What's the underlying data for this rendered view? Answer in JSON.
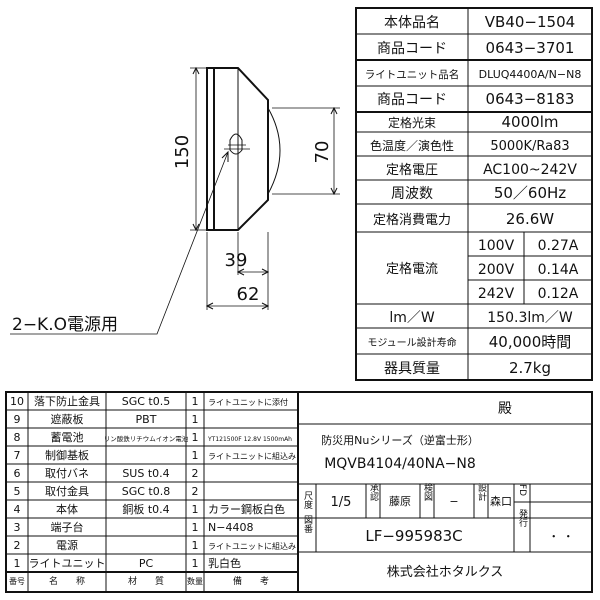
{
  "dimensions": {
    "height_total": "150",
    "height_body": "70",
    "width_front": "39",
    "width_total": "62",
    "hole_note": "2−K.O電源用"
  },
  "spec": {
    "rows": [
      {
        "label": "本体品名",
        "value": "VB40−1504"
      },
      {
        "label": "商品コード",
        "value": "0643−3701"
      },
      {
        "label": "ライトユニット品名",
        "value": "DLUQ4400A/N−N8"
      },
      {
        "label": "商品コード",
        "value": "0643−8183"
      },
      {
        "label": "定格光束",
        "value": "4000lm"
      },
      {
        "label": "色温度／演色性",
        "value": "5000K/Ra83"
      },
      {
        "label": "定格電圧",
        "value": "AC100~242V"
      },
      {
        "label": "周波数",
        "value": "50／60Hz"
      },
      {
        "label": "定格消費電力",
        "value": "26.6W"
      }
    ],
    "current_label": "定格電流",
    "currents": [
      {
        "voltage": "100V",
        "amp": "0.27A"
      },
      {
        "voltage": "200V",
        "amp": "0.14A"
      },
      {
        "voltage": "242V",
        "amp": "0.12A"
      }
    ],
    "tail": [
      {
        "label": "lm／W",
        "value": "150.3lm／W"
      },
      {
        "label": "モジュール設計寿命",
        "value": "40,000時間"
      },
      {
        "label": "器具質量",
        "value": "2.7kg"
      }
    ]
  },
  "parts": {
    "rows": [
      {
        "no": "10",
        "name": "落下防止金具",
        "material": "SGC  t0.5",
        "qty": "1",
        "remark": "ライトユニットに添付"
      },
      {
        "no": "9",
        "name": "遮蔽板",
        "material": "PBT",
        "qty": "1",
        "remark": ""
      },
      {
        "no": "8",
        "name": "蓄電池",
        "material": "リン酸鉄リチウムイオン電池",
        "qty": "1",
        "remark": "YT121500F 12.8V 1500mAh"
      },
      {
        "no": "7",
        "name": "制御基板",
        "material": "",
        "qty": "1",
        "remark": "ライトユニットに組込み"
      },
      {
        "no": "6",
        "name": "取付バネ",
        "material": "SUS  t0.4",
        "qty": "2",
        "remark": ""
      },
      {
        "no": "5",
        "name": "取付金具",
        "material": "SGC  t0.8",
        "qty": "2",
        "remark": ""
      },
      {
        "no": "4",
        "name": "本体",
        "material": "銅板  t0.4",
        "qty": "1",
        "remark": "カラー鋼板白色"
      },
      {
        "no": "3",
        "name": "端子台",
        "material": "",
        "qty": "1",
        "remark": "N−4408"
      },
      {
        "no": "2",
        "name": "電源",
        "material": "",
        "qty": "1",
        "remark": "ライトユニットに組込み"
      },
      {
        "no": "1",
        "name": "ライトユニット",
        "material": "PC",
        "qty": "1",
        "remark": "乳白色"
      }
    ],
    "headers": {
      "no": "番号",
      "name": "名　　称",
      "material": "材　　質",
      "qty": "数量",
      "remark": "備　　考"
    }
  },
  "titleblock": {
    "customer_suffix": "殿",
    "series": "防災用Nuシリーズ（逆富士形）",
    "model": "MQVB4104/40NA−N8",
    "scale_label": "尺度",
    "scale_value": "1/5",
    "approve_label": "承認",
    "approver": "藤原",
    "check_label": "検図",
    "checker": "−",
    "design_label": "設計",
    "designer": "森口",
    "fd_label": "FD",
    "issue_label": "発行",
    "issue_date": "・ ・",
    "drawing_no_label": "図番",
    "drawing_no": "LF−995983C",
    "company": "株式会社ホタルクス"
  }
}
